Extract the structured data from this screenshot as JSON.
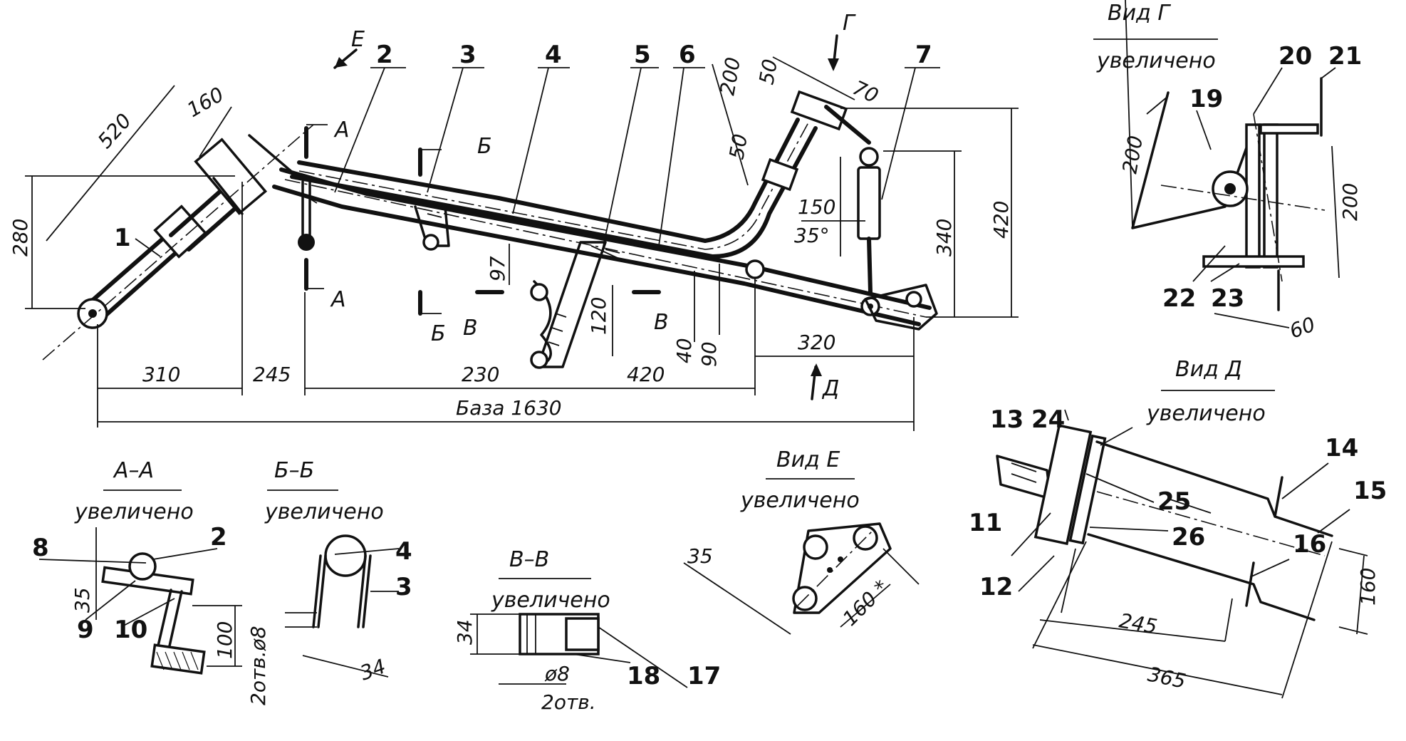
{
  "main_view": {
    "part_labels": {
      "p1": "1",
      "p2": "2",
      "p3": "3",
      "p4": "4",
      "p5": "5",
      "p6": "6",
      "p7": "7"
    },
    "view_markers": {
      "E": "Е",
      "G": "Г",
      "D": "Д"
    },
    "section_markers": {
      "A": "А",
      "B": "Б",
      "V": "В"
    },
    "dimensions": {
      "d520": "520",
      "d160": "160",
      "d280": "280",
      "d310": "310",
      "d245": "245",
      "d230": "230",
      "d420b": "420",
      "d97": "97",
      "d120": "120",
      "d40": "40",
      "d90": "90",
      "d320": "320",
      "d200": "200",
      "d50a": "50",
      "d50b": "50",
      "d70": "70",
      "d150": "150",
      "d35deg": "35°",
      "d340": "340",
      "d420": "420",
      "base": "База 1630"
    }
  },
  "view_G": {
    "caption_1": "Вид Г",
    "caption_2": "увеличено",
    "labels": {
      "p19": "19",
      "p20": "20",
      "p21": "21",
      "p22": "22",
      "p23": "23"
    },
    "dimensions": {
      "d200a": "200",
      "d200b": "200",
      "d60": "60"
    }
  },
  "view_D": {
    "caption_1": "Вид Д",
    "caption_2": "увеличено",
    "labels": {
      "p11": "11",
      "p12": "12",
      "p13": "13",
      "p14": "14",
      "p15": "15",
      "p16": "16",
      "p24": "24",
      "p25": "25",
      "p26": "26"
    },
    "dimensions": {
      "d160": "160",
      "d245": "245",
      "d365": "365"
    }
  },
  "section_AA": {
    "caption_1": "А–А",
    "caption_2": "увеличено",
    "labels": {
      "p8": "8",
      "p2": "2",
      "p9": "9",
      "p10": "10"
    },
    "dimensions": {
      "d35": "35",
      "d100": "100"
    }
  },
  "section_BB": {
    "caption_1": "Б–Б",
    "caption_2": "увеличено",
    "labels": {
      "p4": "4",
      "p3": "3"
    },
    "dimensions": {
      "d34": "34",
      "holes": "2отв.ø8"
    }
  },
  "section_VV": {
    "caption_1": "В–В",
    "caption_2": "увеличено",
    "labels": {
      "p18": "18",
      "p17": "17"
    },
    "dimensions": {
      "d34": "34",
      "d8": "ø8",
      "holes": "2отв."
    }
  },
  "view_E": {
    "caption_1": "Вид Е",
    "caption_2": "увеличено",
    "dimensions": {
      "d35": "35",
      "d160": "160 *"
    }
  }
}
